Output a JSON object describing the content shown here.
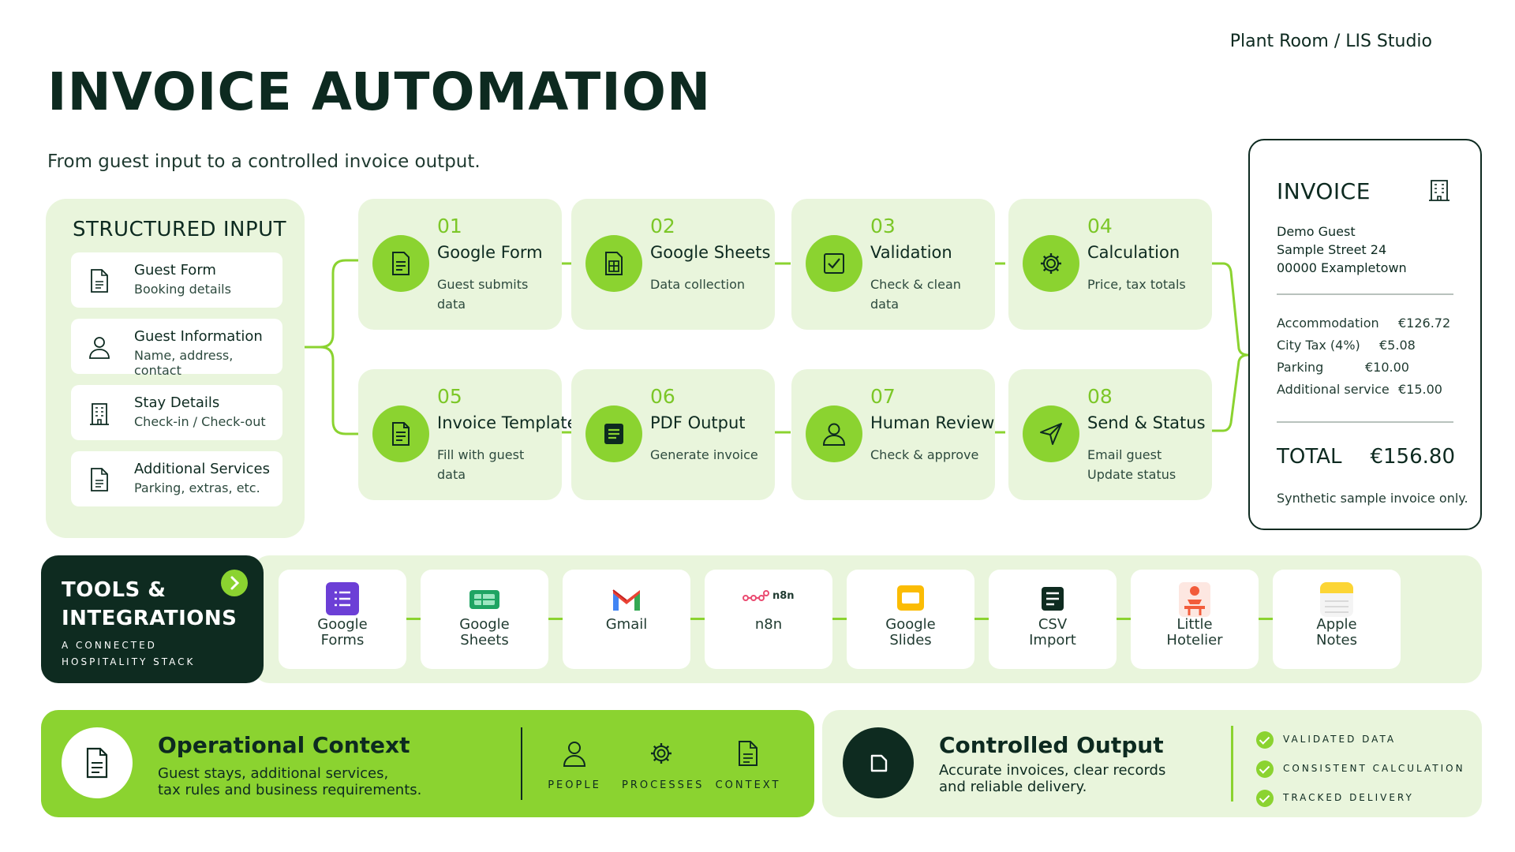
{
  "header": {
    "studio": "Plant Room / LIS Studio",
    "title": "INVOICE AUTOMATION",
    "subtitle": "From guest input to a controlled invoice output."
  },
  "structured_input": {
    "title": "STRUCTURED INPUT",
    "items": [
      {
        "title": "Guest Form",
        "subtitle": "Booking details",
        "icon": "document-icon"
      },
      {
        "title": "Guest Information",
        "subtitle": "Name, address, contact",
        "icon": "person-icon"
      },
      {
        "title": "Stay Details",
        "subtitle": "Check-in / Check-out",
        "icon": "building-icon"
      },
      {
        "title": "Additional Services",
        "subtitle": "Parking, extras, etc.",
        "icon": "document-icon"
      }
    ]
  },
  "steps": [
    {
      "num": "01",
      "name": "Google Form",
      "desc": "Guest submits data",
      "icon": "form-icon"
    },
    {
      "num": "02",
      "name": "Google Sheets",
      "desc": "Data collection",
      "icon": "sheet-icon"
    },
    {
      "num": "03",
      "name": "Validation",
      "desc": "Check & clean data",
      "icon": "checkbox-icon"
    },
    {
      "num": "04",
      "name": "Calculation",
      "desc": "Price, tax totals",
      "icon": "gear-icon"
    },
    {
      "num": "05",
      "name": "Invoice Template",
      "desc": "Fill with guest data",
      "icon": "template-icon"
    },
    {
      "num": "06",
      "name": "PDF Output",
      "desc": "Generate invoice",
      "icon": "pdf-icon"
    },
    {
      "num": "07",
      "name": "Human Review",
      "desc": "Check & approve",
      "icon": "person-icon"
    },
    {
      "num": "08",
      "name": "Send & Status",
      "desc": "Email guest Update status",
      "icon": "send-icon"
    }
  ],
  "invoice": {
    "title": "INVOICE",
    "address": [
      "Demo Guest",
      "Sample Street 24",
      "00000 Exampletown"
    ],
    "lines": [
      {
        "label": "Accommodation",
        "amount": "€126.72"
      },
      {
        "label": "City Tax (4%)",
        "amount": "€5.08"
      },
      {
        "label": "Parking",
        "amount": "€10.00"
      },
      {
        "label": "Additional service",
        "amount": "€15.00"
      }
    ],
    "total_label": "TOTAL",
    "total_value": "€156.80",
    "note": "Synthetic sample invoice only."
  },
  "tools": {
    "title_line1": "TOOLS &",
    "title_line2": "INTEGRATIONS",
    "subtitle_line1": "A CONNECTED",
    "subtitle_line2": "HOSPITALITY STACK",
    "items": [
      {
        "line1": "Google",
        "line2": "Forms",
        "icon": "google-forms-icon"
      },
      {
        "line1": "Google",
        "line2": "Sheets",
        "icon": "google-sheets-icon"
      },
      {
        "line1": "Gmail",
        "line2": "",
        "icon": "gmail-icon"
      },
      {
        "line1": "n8n",
        "line2": "",
        "icon": "n8n-icon",
        "logo_text": "n8n"
      },
      {
        "line1": "Google",
        "line2": "Slides",
        "icon": "google-slides-icon"
      },
      {
        "line1": "CSV",
        "line2": "Import",
        "icon": "csv-icon"
      },
      {
        "line1": "Little",
        "line2": "Hotelier",
        "icon": "little-hotelier-icon"
      },
      {
        "line1": "Apple",
        "line2": "Notes",
        "icon": "apple-notes-icon"
      }
    ]
  },
  "operational_context": {
    "title": "Operational Context",
    "desc_line1": "Guest stays, additional services,",
    "desc_line2": "tax rules and business requirements.",
    "pillars": [
      "PEOPLE",
      "PROCESSES",
      "CONTEXT"
    ]
  },
  "controlled_output": {
    "title": "Controlled Output",
    "desc_line1": "Accurate invoices, clear records",
    "desc_line2": "and reliable delivery.",
    "checks": [
      "VALIDATED DATA",
      "CONSISTENT CALCULATION",
      "TRACKED DELIVERY"
    ]
  },
  "colors": {
    "dark": "#0e2b20",
    "accent": "#8bd330",
    "panel": "#e9f5dc"
  }
}
